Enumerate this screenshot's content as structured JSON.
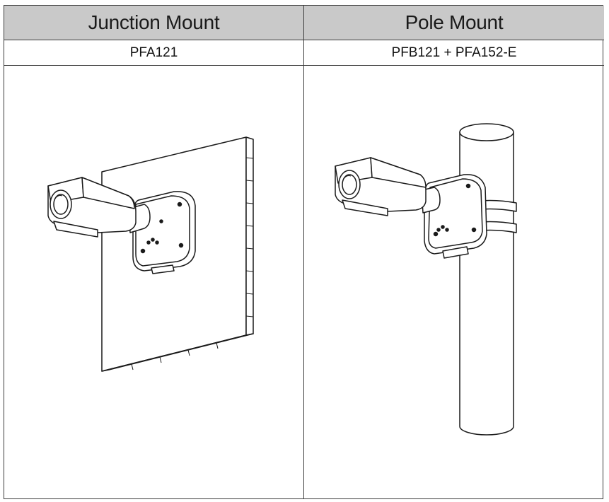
{
  "table": {
    "columns": [
      {
        "header": "Junction Mount",
        "model": "PFA121",
        "illustration_icon": "wall-mounted-bullet-camera-illustration"
      },
      {
        "header": "Pole Mount",
        "model": "PFB121 + PFA152-E",
        "illustration_icon": "pole-mounted-bullet-camera-illustration"
      }
    ]
  },
  "colors": {
    "header_bg": "#c9c9c9",
    "border": "#3c3c3c",
    "line": "#1a1a1a"
  }
}
